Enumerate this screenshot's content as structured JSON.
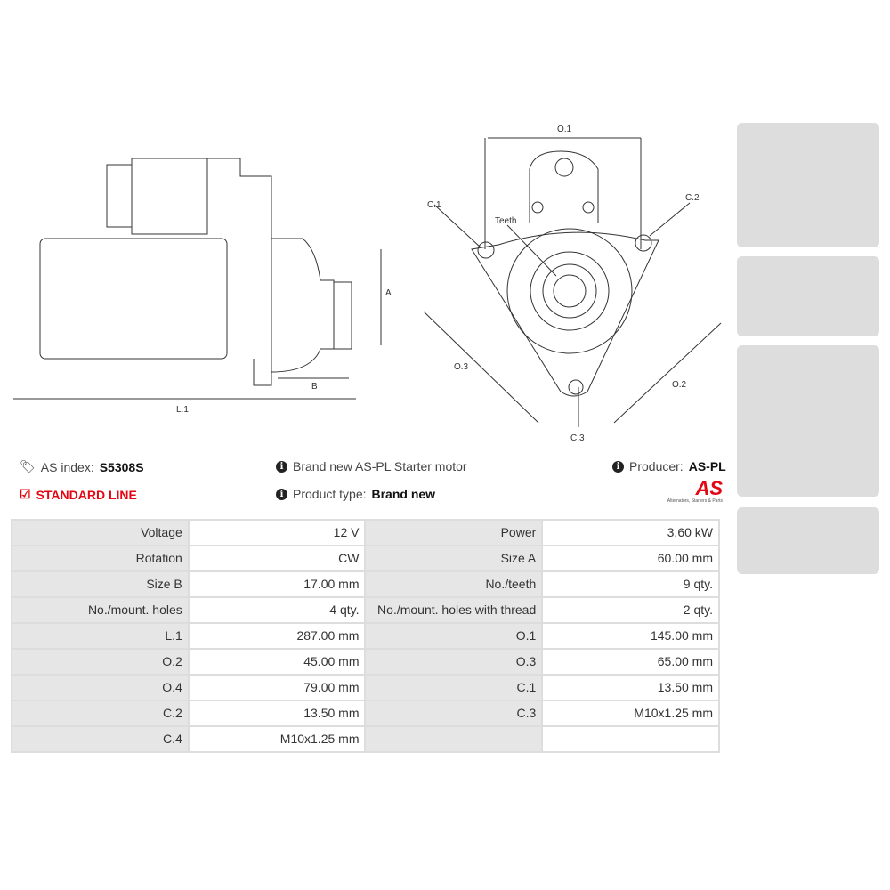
{
  "drawing_labels": {
    "l1": "L.1",
    "a": "A",
    "b": "B",
    "o1": "O.1",
    "o2": "O.2",
    "o3": "O.3",
    "c1": "C.1",
    "c2": "C.2",
    "c3": "C.3",
    "teeth": "Teeth"
  },
  "info": {
    "as_index_label": "AS index:",
    "as_index_value": "S5308S",
    "line": "STANDARD LINE",
    "description": "Brand new AS-PL Starter motor",
    "product_type_label": "Product type:",
    "product_type_value": "Brand new",
    "producer_label": "Producer:",
    "producer_value": "AS-PL",
    "logo_text": "AS",
    "logo_tagline": "Alternators, Starters & Parts"
  },
  "colors": {
    "accent": "#e30613"
  },
  "specs": [
    [
      {
        "label": "Voltage",
        "value": "12 V"
      },
      {
        "label": "Power",
        "value": "3.60 kW"
      }
    ],
    [
      {
        "label": "Rotation",
        "value": "CW"
      },
      {
        "label": "Size A",
        "value": "60.00 mm"
      }
    ],
    [
      {
        "label": "Size B",
        "value": "17.00 mm"
      },
      {
        "label": "No./teeth",
        "value": "9 qty."
      }
    ],
    [
      {
        "label": "No./mount. holes",
        "value": "4 qty."
      },
      {
        "label": "No./mount. holes with thread",
        "value": "2 qty."
      }
    ],
    [
      {
        "label": "L.1",
        "value": "287.00 mm"
      },
      {
        "label": "O.1",
        "value": "145.00 mm"
      }
    ],
    [
      {
        "label": "O.2",
        "value": "45.00 mm"
      },
      {
        "label": "O.3",
        "value": "65.00 mm"
      }
    ],
    [
      {
        "label": "O.4",
        "value": "79.00 mm"
      },
      {
        "label": "C.1",
        "value": "13.50 mm"
      }
    ],
    [
      {
        "label": "C.2",
        "value": "13.50 mm"
      },
      {
        "label": "C.3",
        "value": "M10x1.25 mm"
      }
    ],
    [
      {
        "label": "C.4",
        "value": "M10x1.25 mm"
      },
      {
        "label": "",
        "value": ""
      }
    ]
  ]
}
